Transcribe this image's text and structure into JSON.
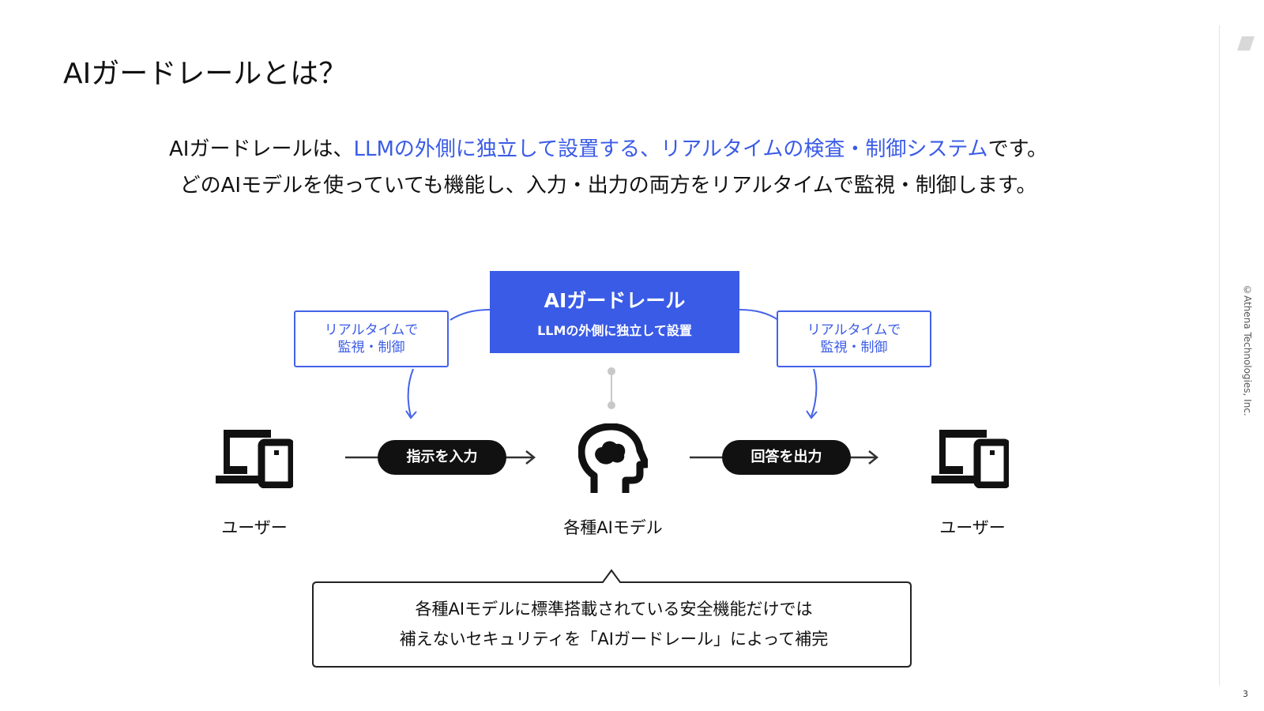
{
  "slide": {
    "title": "AIガードレールとは？",
    "lead_line1": {
      "pre": "AIガードレールは、",
      "highlight": "LLMの外側に独立して設置する、リアルタイムの検査・制御システム",
      "post": "です。"
    },
    "lead_line2": "どのAIモデルを使っていても機能し、入力・出力の両方をリアルタイムで監視・制御します。",
    "copyright": "©Athena Technologies, Inc.",
    "page_number": "3"
  },
  "diagram": {
    "guardrail": {
      "title": "AIガードレール",
      "subtitle": "LLMの外側に独立して設置"
    },
    "monitor_left": {
      "line1": "リアルタイムで",
      "line2": "監視・制御"
    },
    "monitor_right": {
      "line1": "リアルタイムで",
      "line2": "監視・制御"
    },
    "input_pill": "指示を入力",
    "output_pill": "回答を出力",
    "user_left": "ユーザー",
    "model": "各種AIモデル",
    "user_right": "ユーザー",
    "callout_line1": "各種AIモデルに標準搭載されている安全機能だけでは",
    "callout_line2": "補えないセキュリティを「AIガードレール」によって補完"
  },
  "colors": {
    "accent": "#3a5be6",
    "text": "#111111",
    "connector_gray": "#bfbfbf"
  },
  "icons": [
    "brand-logo-icon",
    "device-icon",
    "ai-head-icon",
    "arrow-right-icon"
  ]
}
